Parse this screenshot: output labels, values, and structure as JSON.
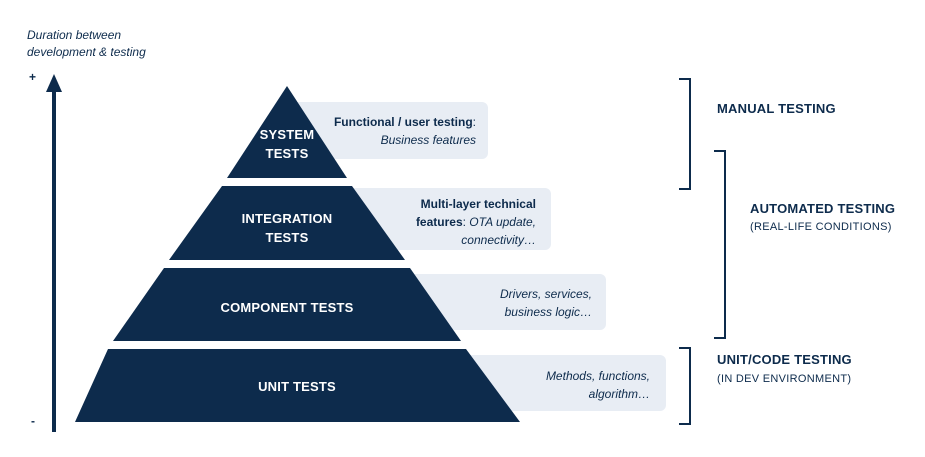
{
  "axis": {
    "title_line1": "Duration between",
    "title_line2": "development & testing",
    "plus": "+",
    "minus": "-"
  },
  "levels": [
    {
      "label_line1": "SYSTEM",
      "label_line2": "TESTS",
      "desc_bold": "Functional / user testing",
      "desc_sep": ":",
      "desc_italic": "Business features"
    },
    {
      "label_line1": "INTEGRATION",
      "label_line2": "TESTS",
      "desc_bold_line1": "Multi-layer technical",
      "desc_bold_line2": "features",
      "desc_sep": ": ",
      "desc_italic_line2": "OTA update,",
      "desc_italic_line3": "connectivity…"
    },
    {
      "label": "COMPONENT TESTS",
      "desc_italic_line1": "Drivers, services,",
      "desc_italic_line2": "business logic…"
    },
    {
      "label": "UNIT TESTS",
      "desc_italic_line1": "Methods, functions,",
      "desc_italic_line2": "algorithm…"
    }
  ],
  "categories": {
    "manual": {
      "title": "MANUAL TESTING"
    },
    "automated": {
      "title": "AUTOMATED TESTING",
      "subtitle": "(REAL-LIFE CONDITIONS)"
    },
    "unit": {
      "title": "UNIT/CODE TESTING",
      "subtitle": "(IN DEV ENVIRONMENT)"
    }
  },
  "colors": {
    "primary": "#0d2b4c",
    "box": "#e8edf4",
    "text_on_dark": "#ffffff"
  }
}
